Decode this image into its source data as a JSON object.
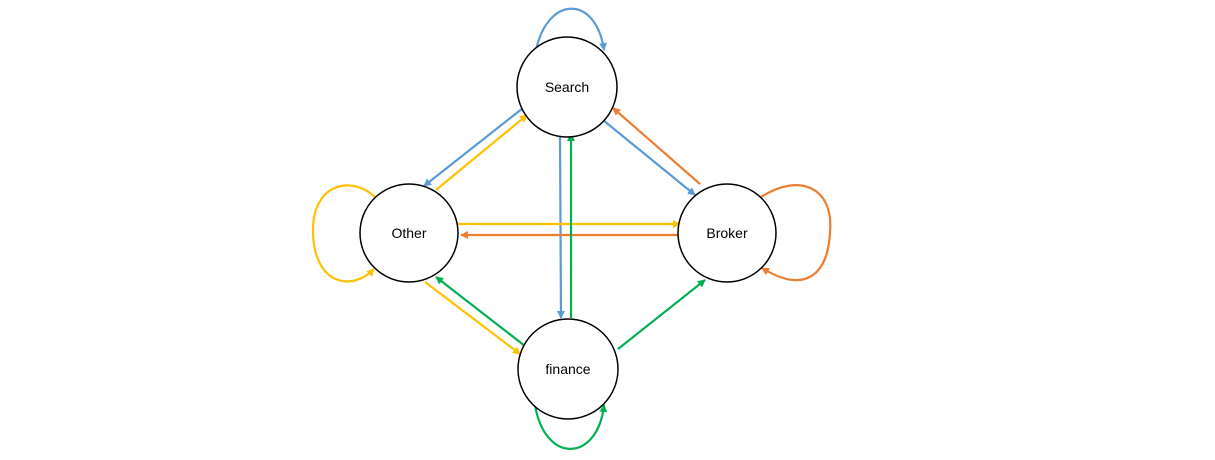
{
  "colors": {
    "blue": "#5B9BD5",
    "orange": "#ED7D31",
    "yellow": "#FFC000",
    "green": "#00B050",
    "node_stroke": "#000000"
  },
  "nodes": {
    "search": {
      "label": "Search"
    },
    "other": {
      "label": "Other"
    },
    "broker": {
      "label": "Broker"
    },
    "finance": {
      "label": "finance"
    }
  },
  "edges": [
    {
      "from": "search",
      "to": "search",
      "color": "blue"
    },
    {
      "from": "search",
      "to": "other",
      "color": "blue"
    },
    {
      "from": "search",
      "to": "broker",
      "color": "blue"
    },
    {
      "from": "search",
      "to": "finance",
      "color": "blue"
    },
    {
      "from": "broker",
      "to": "search",
      "color": "orange"
    },
    {
      "from": "broker",
      "to": "other",
      "color": "orange"
    },
    {
      "from": "broker",
      "to": "broker",
      "color": "orange"
    },
    {
      "from": "other",
      "to": "search",
      "color": "yellow"
    },
    {
      "from": "other",
      "to": "broker",
      "color": "yellow"
    },
    {
      "from": "other",
      "to": "finance",
      "color": "yellow"
    },
    {
      "from": "other",
      "to": "other",
      "color": "yellow"
    },
    {
      "from": "finance",
      "to": "search",
      "color": "green"
    },
    {
      "from": "finance",
      "to": "other",
      "color": "green"
    },
    {
      "from": "finance",
      "to": "broker",
      "color": "green"
    },
    {
      "from": "finance",
      "to": "finance",
      "color": "green"
    }
  ]
}
